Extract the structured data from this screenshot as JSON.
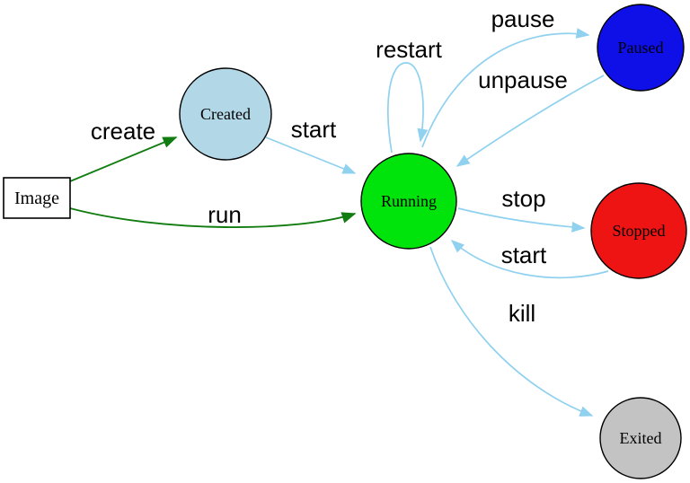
{
  "diagram": {
    "nodes": {
      "image": {
        "label": "Image",
        "fill": "#ffffff",
        "stroke": "#2323cc"
      },
      "created": {
        "label": "Created",
        "fill": "#b2d7e6"
      },
      "running": {
        "label": "Running",
        "fill": "#00e40b"
      },
      "paused": {
        "label": "Paused",
        "fill": "#0f0fe8"
      },
      "stopped": {
        "label": "Stopped",
        "fill": "#ee1414"
      },
      "exited": {
        "label": "Exited",
        "fill": "#c3c3c3"
      }
    },
    "edges": {
      "create": {
        "label": "create"
      },
      "run": {
        "label": "run"
      },
      "start_from_created": {
        "label": "start"
      },
      "restart": {
        "label": "restart"
      },
      "pause": {
        "label": "pause"
      },
      "unpause": {
        "label": "unpause"
      },
      "stop": {
        "label": "stop"
      },
      "start_from_stopped": {
        "label": "start"
      },
      "kill": {
        "label": "kill"
      }
    },
    "colors": {
      "state_edge": "#8fd1ef",
      "command_edge": "#117d11",
      "node_border": "#000000",
      "label_text": "#000000",
      "background": "#ffffff"
    }
  }
}
